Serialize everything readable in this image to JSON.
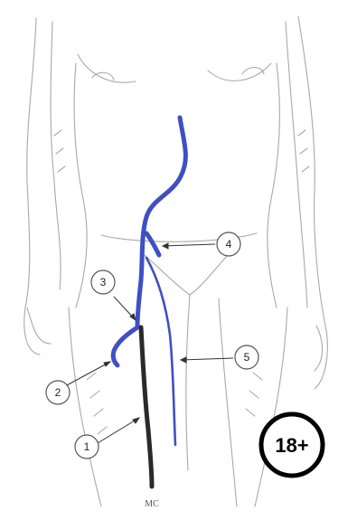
{
  "diagram": {
    "labels": [
      {
        "id": "1",
        "text": "1"
      },
      {
        "id": "2",
        "text": "2"
      },
      {
        "id": "3",
        "text": "3"
      },
      {
        "id": "4",
        "text": "4"
      },
      {
        "id": "5",
        "text": "5"
      }
    ],
    "vein_color": "#3f4fc4",
    "dark_line_color": "#2a2a2a",
    "signature": "MC",
    "age_badge": "18+"
  }
}
